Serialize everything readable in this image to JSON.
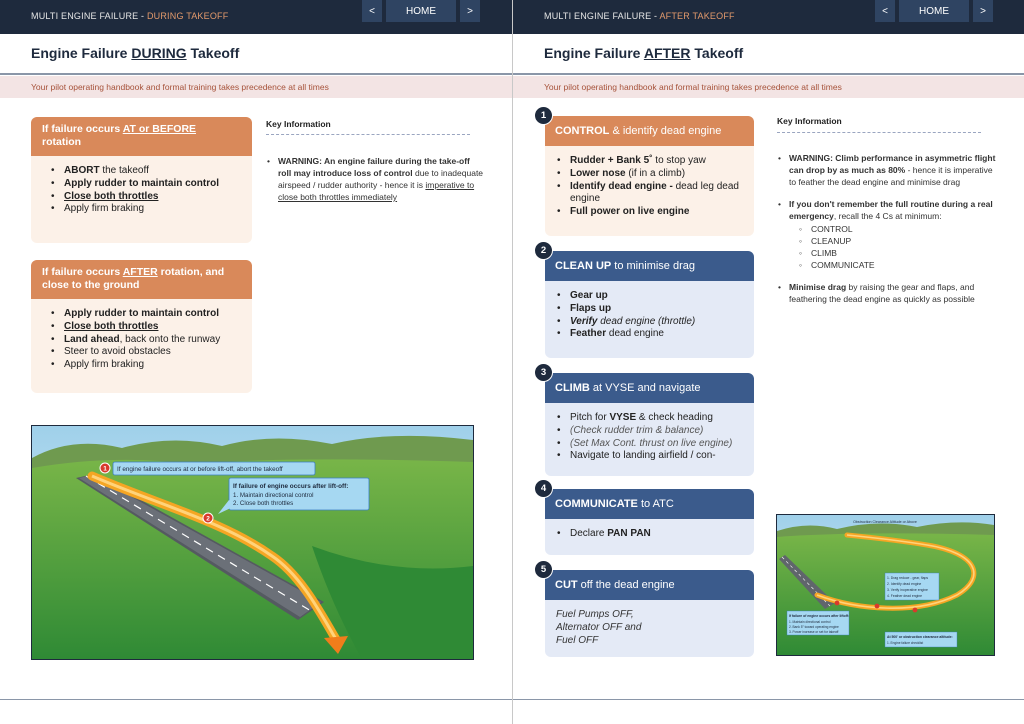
{
  "left": {
    "topbar": {
      "title_main": "MULTI ENGINE FAILURE - ",
      "title_accent": "DURING TAKEOFF",
      "prev": "<",
      "home": "HOME",
      "next": ">"
    },
    "title": {
      "pre": "Engine Failure ",
      "u": "DURING",
      "post": " Takeoff"
    },
    "disclaimer": "Your pilot operating handbook and formal training takes precedence at all times",
    "card1": {
      "h_pre": "If failure occurs ",
      "h_u": "AT or BEFORE",
      "h_post": "rotation",
      "items": [
        {
          "b": "ABORT",
          "t": " the takeoff"
        },
        {
          "b": "Apply rudder to maintain control"
        },
        {
          "bu": "Close both throttles"
        },
        {
          "t": "Apply firm braking"
        }
      ]
    },
    "card2": {
      "h_pre": "If failure occurs ",
      "h_u": "AFTER",
      "h_post": " rotation, and close to the ground",
      "items": [
        {
          "b": "Apply rudder to maintain control"
        },
        {
          "bu": "Close both throttles"
        },
        {
          "b": "Land ahead",
          "t": ", back onto the runway"
        },
        {
          "t": "Steer to avoid obstacles"
        },
        {
          "t": "Apply firm braking"
        }
      ]
    },
    "key": {
      "title": "Key Information",
      "b": "WARNING: An engine failure during the take-off roll may introduce loss of control",
      "t": " due to inadequate airspeed / rudder authority - hence it is ",
      "u": "imperative to close both throttles immediately"
    },
    "illo": {
      "callout1_num": "1",
      "callout1": "If engine failure occurs at or before lift-off, abort the takeoff",
      "callout2_num": "2",
      "callout2_title": "If failure of engine occurs after lift-off:",
      "callout2_l1": "1. Maintain directional control",
      "callout2_l2": "2. Close both throttles"
    }
  },
  "right": {
    "topbar": {
      "title_main": "MULTI ENGINE FAILURE - ",
      "title_accent": "AFTER TAKEOFF",
      "prev": "<",
      "home": "HOME",
      "next": ">"
    },
    "title": {
      "pre": "Engine Failure ",
      "u": "AFTER",
      "post": " Takeoff"
    },
    "disclaimer": "Your pilot operating handbook and formal training takes precedence at all times",
    "steps": [
      {
        "num": "1",
        "hb": "CONTROL",
        "ht": " & identify dead engine",
        "color": "orange",
        "items": [
          {
            "b": "Rudder + Bank 5˚",
            "t": " to stop yaw"
          },
          {
            "b": "Lower nose",
            "t": " (if in a climb)"
          },
          {
            "b": "Identify dead engine - ",
            "t": "dead leg dead engine"
          },
          {
            "b": "Full power on live engine"
          }
        ]
      },
      {
        "num": "2",
        "hb": "CLEAN UP",
        "ht": " to minimise drag",
        "color": "blue",
        "items": [
          {
            "b": "Gear up"
          },
          {
            "b": "Flaps up"
          },
          {
            "bi": "Verify",
            "i": " dead engine (throttle)"
          },
          {
            "b": "Feather",
            "t": " dead engine"
          }
        ]
      },
      {
        "num": "3",
        "hb": "CLIMB",
        "ht": " at VYSE and navigate",
        "color": "blue",
        "items": [
          {
            "t": "Pitch for ",
            "b": "VYSE",
            "t2": " & check heading"
          },
          {
            "i": "(Check rudder trim & balance)"
          },
          {
            "i": "(Set Max Cont. thrust on live engine)"
          },
          {
            "t": "Navigate to landing airfield / con-"
          }
        ]
      },
      {
        "num": "4",
        "hb": "COMMUNICATE",
        "ht": " to ATC",
        "color": "blue",
        "items": [
          {
            "t": "Declare ",
            "b": "PAN PAN"
          }
        ]
      },
      {
        "num": "5",
        "hb": "CUT",
        "ht": " off the dead engine",
        "color": "blue",
        "body": [
          "Fuel Pumps OFF,",
          "Alternator OFF and",
          "Fuel OFF"
        ]
      }
    ],
    "key": {
      "title": "Key Information",
      "w_b": "WARNING: Climb performance in asymmetric flight can drop by as much as 80%",
      "w_t": " - hence it is imperative to feather the dead engine and minimise drag",
      "r_b": "If you don't remember the full routine during a real emergency",
      "r_t": ", recall the 4 Cs at minimum:",
      "cs": [
        "CONTROL",
        "CLEANUP",
        "CLIMB",
        "COMMUNICATE"
      ],
      "m_b": "Minimise drag",
      "m_t": " by raising the gear and flaps, and feathering the dead engine as quickly as possible"
    },
    "illo": {
      "title": "Obstruction Clearance Altitude or Above",
      "box1": [
        "1. Drag reduce - gear, flaps",
        "2. Identify dead engine",
        "3. Verify inoperative engine",
        "4. Feather dead engine"
      ],
      "box2_title": "If failure of engine occurs after liftoff:",
      "box2": [
        "1. Maintain directional control",
        "2. Bank 5° toward operating engine",
        "3. Power increase or set for takeoff"
      ],
      "box3_title": "At 500' or obstruction clearance altitude:",
      "box3": [
        "1. Engine failure checklist"
      ]
    }
  }
}
